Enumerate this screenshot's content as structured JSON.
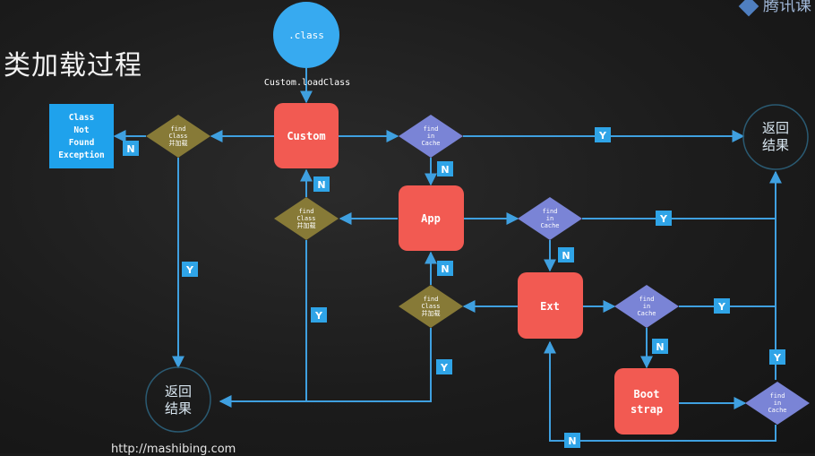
{
  "title": "类加载过程",
  "footer_url": "http://mashibing.com",
  "logo_text": "腾讯课",
  "colors": {
    "line": "#3fa0e0",
    "loader": "#f25a52",
    "find_in_cache": "#7a84d6",
    "find_class": "#877a37",
    "label_box": "#2fa4e7",
    "class_node": "#37aaf0",
    "exception": "#1fa2ec"
  },
  "nodes": {
    "class_file": ".class",
    "call_label": "Custom.loadClass",
    "custom": "Custom",
    "app": "App",
    "ext": "Ext",
    "bootstrap": [
      "Boot",
      "strap"
    ],
    "exception": [
      "Class",
      "Not",
      "Found",
      "Exception"
    ],
    "find_in_cache": [
      "find",
      "in",
      "Cache"
    ],
    "find_class": [
      "find",
      "Class",
      "并加载"
    ],
    "return_result": [
      "返回",
      "结果"
    ]
  },
  "edge_labels": {
    "yes": "Y",
    "no": "N"
  }
}
